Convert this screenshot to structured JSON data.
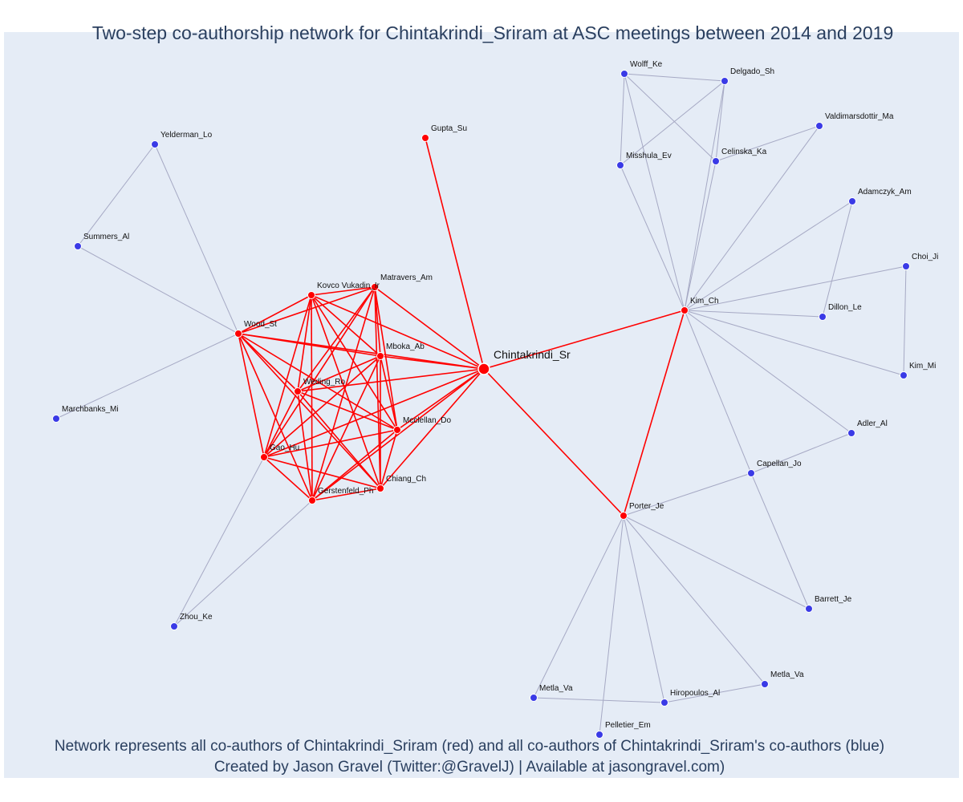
{
  "title": "Two-step co-authorship network for Chintakrindi_Sriram at ASC meetings between 2014 and 2019",
  "caption": {
    "line1": "Network represents all co-authors of Chintakrindi_Sriram (red) and all co-authors of Chintakrindi_Sriram's co-authors (blue)",
    "line2": "Created by Jason Gravel (Twitter:@GravelJ) | Available at jasongravel.com)"
  },
  "colors": {
    "background": "#e5ecf6",
    "text": "#2a3f5f",
    "first_step": "#ff0000",
    "second_step": "#3a3ae6",
    "second_step_edge": "#a6a9c4"
  },
  "network": {
    "focal": "Chintakrindi_Sr",
    "nodes": [
      {
        "id": "Chintakrindi_Sr",
        "group": "focal"
      },
      {
        "id": "Gupta_Su",
        "group": "coauthor"
      },
      {
        "id": "Kovco Vukadin_Ir",
        "group": "coauthor"
      },
      {
        "id": "Matravers_Am",
        "group": "coauthor"
      },
      {
        "id": "Wood_St",
        "group": "coauthor"
      },
      {
        "id": "Mboka_Ab",
        "group": "coauthor"
      },
      {
        "id": "Weding_Ro",
        "group": "coauthor"
      },
      {
        "id": "Mcclellan_Do",
        "group": "coauthor"
      },
      {
        "id": "Gao_Hu",
        "group": "coauthor"
      },
      {
        "id": "Chiang_Ch",
        "group": "coauthor"
      },
      {
        "id": "Gerstenfeld_Ph",
        "group": "coauthor"
      },
      {
        "id": "Kim_Ch",
        "group": "coauthor"
      },
      {
        "id": "Porter_Je",
        "group": "coauthor"
      },
      {
        "id": "Yelderman_Lo",
        "group": "second"
      },
      {
        "id": "Summers_Al",
        "group": "second"
      },
      {
        "id": "Marchbanks_Mi",
        "group": "second"
      },
      {
        "id": "Zhou_Ke",
        "group": "second"
      },
      {
        "id": "Wolff_Ke",
        "group": "second"
      },
      {
        "id": "Delgado_Sh",
        "group": "second"
      },
      {
        "id": "Misshula_Ev",
        "group": "second"
      },
      {
        "id": "Celinska_Ka",
        "group": "second"
      },
      {
        "id": "Valdimarsdottir_Ma",
        "group": "second"
      },
      {
        "id": "Adamczyk_Am",
        "group": "second"
      },
      {
        "id": "Choi_Ji",
        "group": "second"
      },
      {
        "id": "Dillon_Le",
        "group": "second"
      },
      {
        "id": "Kim_Mi",
        "group": "second"
      },
      {
        "id": "Adler_Al",
        "group": "second"
      },
      {
        "id": "Capellan_Jo",
        "group": "second"
      },
      {
        "id": "Barrett_Je",
        "group": "second"
      },
      {
        "id": "Metla_Va (left)",
        "label": "Metla_Va",
        "group": "second"
      },
      {
        "id": "Metla_Va (right)",
        "label": "Metla_Va",
        "group": "second"
      },
      {
        "id": "Hiropoulos_Al",
        "group": "second"
      },
      {
        "id": "Pelletier_Em",
        "group": "second"
      }
    ],
    "edges": [
      [
        "Chintakrindi_Sr",
        "Gupta_Su"
      ],
      [
        "Chintakrindi_Sr",
        "Kovco Vukadin_Ir"
      ],
      [
        "Chintakrindi_Sr",
        "Matravers_Am"
      ],
      [
        "Chintakrindi_Sr",
        "Wood_St"
      ],
      [
        "Chintakrindi_Sr",
        "Mboka_Ab"
      ],
      [
        "Chintakrindi_Sr",
        "Weding_Ro"
      ],
      [
        "Chintakrindi_Sr",
        "Mcclellan_Do"
      ],
      [
        "Chintakrindi_Sr",
        "Gao_Hu"
      ],
      [
        "Chintakrindi_Sr",
        "Chiang_Ch"
      ],
      [
        "Chintakrindi_Sr",
        "Gerstenfeld_Ph"
      ],
      [
        "Chintakrindi_Sr",
        "Kim_Ch"
      ],
      [
        "Chintakrindi_Sr",
        "Porter_Je"
      ],
      [
        "Kim_Ch",
        "Porter_Je"
      ],
      [
        "Kovco Vukadin_Ir",
        "Matravers_Am"
      ],
      [
        "Kovco Vukadin_Ir",
        "Wood_St"
      ],
      [
        "Kovco Vukadin_Ir",
        "Mboka_Ab"
      ],
      [
        "Kovco Vukadin_Ir",
        "Weding_Ro"
      ],
      [
        "Kovco Vukadin_Ir",
        "Mcclellan_Do"
      ],
      [
        "Kovco Vukadin_Ir",
        "Gao_Hu"
      ],
      [
        "Kovco Vukadin_Ir",
        "Chiang_Ch"
      ],
      [
        "Kovco Vukadin_Ir",
        "Gerstenfeld_Ph"
      ],
      [
        "Matravers_Am",
        "Wood_St"
      ],
      [
        "Matravers_Am",
        "Mboka_Ab"
      ],
      [
        "Matravers_Am",
        "Weding_Ro"
      ],
      [
        "Matravers_Am",
        "Mcclellan_Do"
      ],
      [
        "Matravers_Am",
        "Gao_Hu"
      ],
      [
        "Matravers_Am",
        "Chiang_Ch"
      ],
      [
        "Matravers_Am",
        "Gerstenfeld_Ph"
      ],
      [
        "Wood_St",
        "Mboka_Ab"
      ],
      [
        "Wood_St",
        "Weding_Ro"
      ],
      [
        "Wood_St",
        "Mcclellan_Do"
      ],
      [
        "Wood_St",
        "Gao_Hu"
      ],
      [
        "Wood_St",
        "Chiang_Ch"
      ],
      [
        "Wood_St",
        "Gerstenfeld_Ph"
      ],
      [
        "Mboka_Ab",
        "Weding_Ro"
      ],
      [
        "Mboka_Ab",
        "Mcclellan_Do"
      ],
      [
        "Mboka_Ab",
        "Gao_Hu"
      ],
      [
        "Mboka_Ab",
        "Chiang_Ch"
      ],
      [
        "Mboka_Ab",
        "Gerstenfeld_Ph"
      ],
      [
        "Weding_Ro",
        "Mcclellan_Do"
      ],
      [
        "Weding_Ro",
        "Gao_Hu"
      ],
      [
        "Weding_Ro",
        "Chiang_Ch"
      ],
      [
        "Weding_Ro",
        "Gerstenfeld_Ph"
      ],
      [
        "Mcclellan_Do",
        "Gao_Hu"
      ],
      [
        "Mcclellan_Do",
        "Chiang_Ch"
      ],
      [
        "Mcclellan_Do",
        "Gerstenfeld_Ph"
      ],
      [
        "Gao_Hu",
        "Chiang_Ch"
      ],
      [
        "Gao_Hu",
        "Gerstenfeld_Ph"
      ],
      [
        "Chiang_Ch",
        "Gerstenfeld_Ph"
      ],
      [
        "Yelderman_Lo",
        "Summers_Al"
      ],
      [
        "Yelderman_Lo",
        "Wood_St"
      ],
      [
        "Summers_Al",
        "Wood_St"
      ],
      [
        "Wood_St",
        "Marchbanks_Mi"
      ],
      [
        "Gao_Hu",
        "Zhou_Ke"
      ],
      [
        "Gerstenfeld_Ph",
        "Zhou_Ke"
      ],
      [
        "Wolff_Ke",
        "Delgado_Sh"
      ],
      [
        "Wolff_Ke",
        "Misshula_Ev"
      ],
      [
        "Wolff_Ke",
        "Celinska_Ka"
      ],
      [
        "Wolff_Ke",
        "Kim_Ch"
      ],
      [
        "Delgado_Sh",
        "Misshula_Ev"
      ],
      [
        "Delgado_Sh",
        "Celinska_Ka"
      ],
      [
        "Delgado_Sh",
        "Kim_Ch"
      ],
      [
        "Misshula_Ev",
        "Kim_Ch"
      ],
      [
        "Celinska_Ka",
        "Kim_Ch"
      ],
      [
        "Celinska_Ka",
        "Valdimarsdottir_Ma"
      ],
      [
        "Valdimarsdottir_Ma",
        "Kim_Ch"
      ],
      [
        "Adamczyk_Am",
        "Kim_Ch"
      ],
      [
        "Adamczyk_Am",
        "Dillon_Le"
      ],
      [
        "Choi_Ji",
        "Kim_Ch"
      ],
      [
        "Choi_Ji",
        "Kim_Mi"
      ],
      [
        "Dillon_Le",
        "Kim_Ch"
      ],
      [
        "Kim_Mi",
        "Kim_Ch"
      ],
      [
        "Adler_Al",
        "Kim_Ch"
      ],
      [
        "Adler_Al",
        "Capellan_Jo"
      ],
      [
        "Capellan_Jo",
        "Kim_Ch"
      ],
      [
        "Capellan_Jo",
        "Porter_Je"
      ],
      [
        "Capellan_Jo",
        "Barrett_Je"
      ],
      [
        "Porter_Je",
        "Barrett_Je"
      ],
      [
        "Porter_Je",
        "Metla_Va (left)"
      ],
      [
        "Porter_Je",
        "Metla_Va (right)"
      ],
      [
        "Porter_Je",
        "Hiropoulos_Al"
      ],
      [
        "Porter_Je",
        "Pelletier_Em"
      ],
      [
        "Metla_Va (left)",
        "Hiropoulos_Al"
      ],
      [
        "Hiropoulos_Al",
        "Metla_Va (right)"
      ]
    ]
  }
}
